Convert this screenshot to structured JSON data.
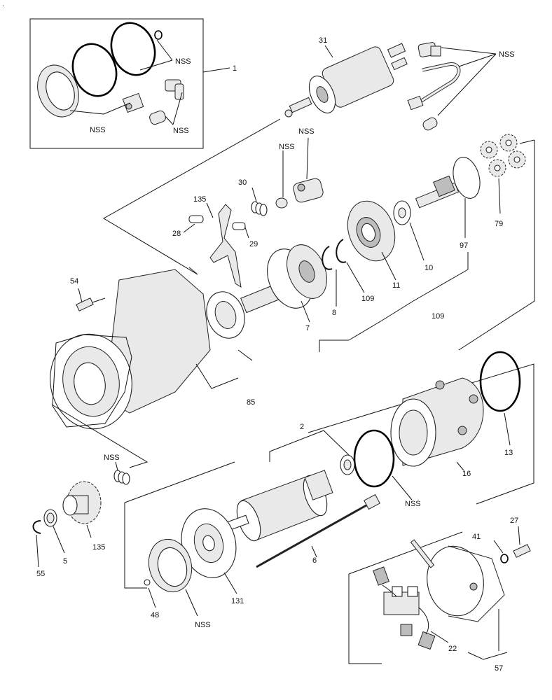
{
  "diagram": {
    "corner_mark": ".",
    "labels": [
      {
        "id": "l-1",
        "text": "1"
      },
      {
        "id": "l-nss-kit-a",
        "text": "NSS"
      },
      {
        "id": "l-nss-kit-b",
        "text": "NSS"
      },
      {
        "id": "l-nss-kit-c",
        "text": "NSS"
      },
      {
        "id": "l-31",
        "text": "31"
      },
      {
        "id": "l-nss-harness",
        "text": "NSS"
      },
      {
        "id": "l-nss-fork",
        "text": "NSS"
      },
      {
        "id": "l-30",
        "text": "30"
      },
      {
        "id": "l-135a",
        "text": "135"
      },
      {
        "id": "l-28",
        "text": "28"
      },
      {
        "id": "l-29",
        "text": "29"
      },
      {
        "id": "l-79",
        "text": "79"
      },
      {
        "id": "l-97",
        "text": "97"
      },
      {
        "id": "l-10",
        "text": "10"
      },
      {
        "id": "l-11",
        "text": "11"
      },
      {
        "id": "l-8",
        "text": "8"
      },
      {
        "id": "l-109a",
        "text": "109"
      },
      {
        "id": "l-109b",
        "text": "109"
      },
      {
        "id": "l-7",
        "text": "7"
      },
      {
        "id": "l-54",
        "text": "54"
      },
      {
        "id": "l-85",
        "text": "85"
      },
      {
        "id": "l-2",
        "text": "2"
      },
      {
        "id": "l-16",
        "text": "16"
      },
      {
        "id": "l-13",
        "text": "13"
      },
      {
        "id": "l-nss-ring-right",
        "text": "NSS"
      },
      {
        "id": "l-nss-ring-mid",
        "text": "NSS"
      },
      {
        "id": "l-135b",
        "text": "135"
      },
      {
        "id": "l-55",
        "text": "55"
      },
      {
        "id": "l-5",
        "text": "5"
      },
      {
        "id": "l-6",
        "text": "6"
      },
      {
        "id": "l-27",
        "text": "27"
      },
      {
        "id": "l-41",
        "text": "41"
      },
      {
        "id": "l-nss-oring",
        "text": "NSS"
      },
      {
        "id": "l-131",
        "text": "131"
      },
      {
        "id": "l-48",
        "text": "48"
      },
      {
        "id": "l-nss-seal",
        "text": "NSS"
      },
      {
        "id": "l-22",
        "text": "22"
      },
      {
        "id": "l-57",
        "text": "57"
      }
    ]
  }
}
